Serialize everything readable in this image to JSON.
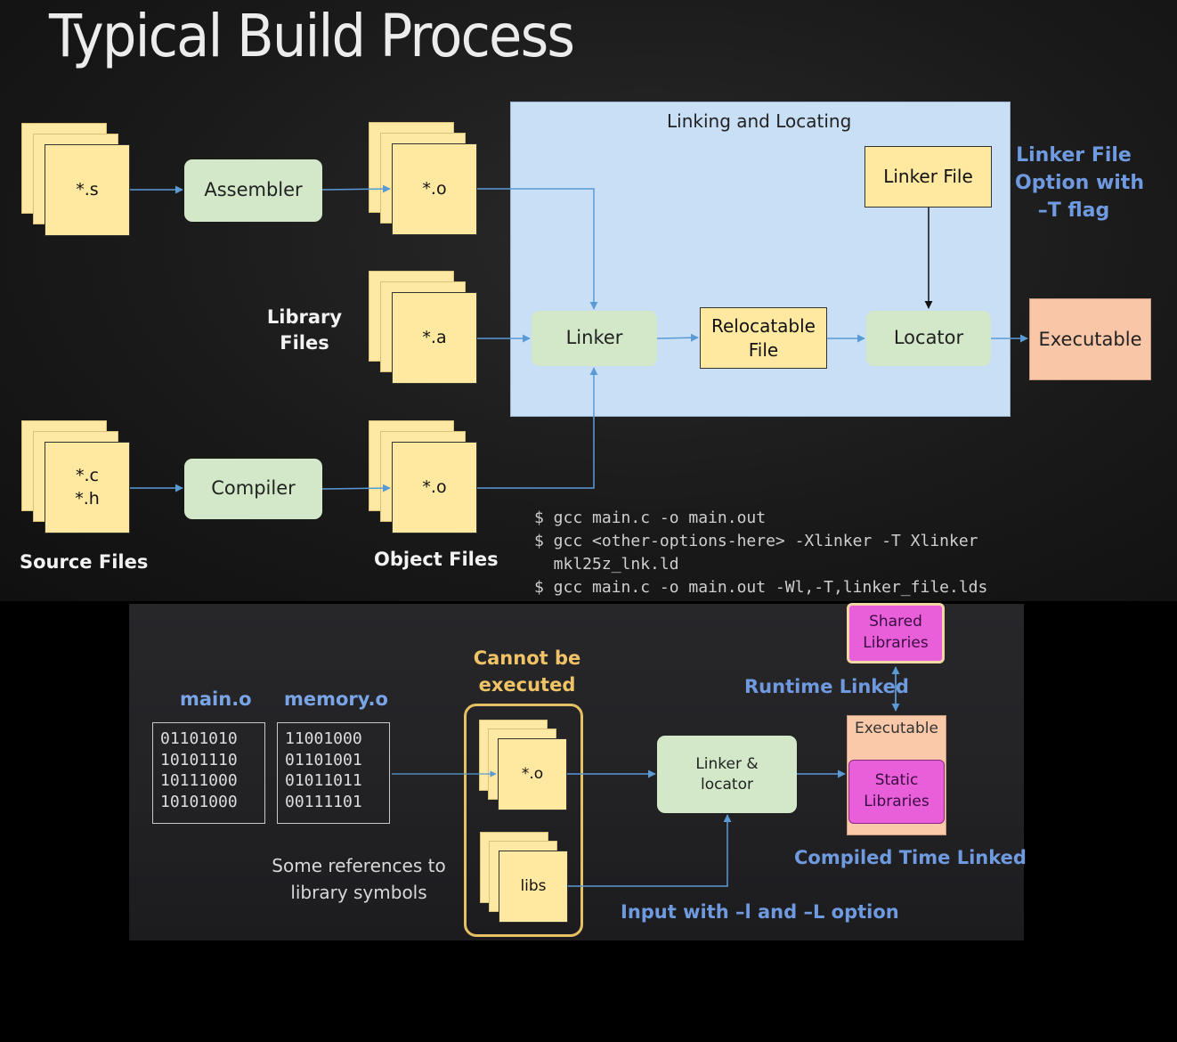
{
  "title": "Typical Build Process",
  "top": {
    "source_s": "*.s",
    "source_c": "*.c\n*.h",
    "assembler": "Assembler",
    "compiler": "Compiler",
    "obj_o_1": "*.o",
    "obj_a": "*.a",
    "obj_o_2": "*.o",
    "library_files_label": "Library\nFiles",
    "source_files_label": "Source Files",
    "object_files_label": "Object Files",
    "panel_title": "Linking and Locating",
    "linker": "Linker",
    "relocatable": "Relocatable\nFile",
    "locator": "Locator",
    "linker_file": "Linker File",
    "executable": "Executable",
    "linker_option_note": "Linker File\nOption with\n–T flag",
    "commands": [
      "$ gcc main.c -o main.out",
      "$ gcc <other-options-here> -Xlinker -T Xlinker",
      "  mkl25z_lnk.ld",
      "$ gcc main.c -o main.out -Wl,-T,linker_file.lds"
    ]
  },
  "bottom": {
    "main_o_label": "main.o",
    "memory_o_label": "memory.o",
    "main_o_bits": "01101010\n10101110\n10111000\n10101000",
    "memory_o_bits": "11001000\n01101001\n01011011\n00111101",
    "cannot_exec": "Cannot be\nexecuted",
    "obj_page": "*.o",
    "libs_page": "libs",
    "refs_note": "Some references to\nlibrary symbols",
    "linker_locator": "Linker &\nlocator",
    "executable": "Executable",
    "static_libs": "Static\nLibraries",
    "shared_libs": "Shared\nLibraries",
    "runtime_linked": "Runtime Linked",
    "compiled_time_linked": "Compiled Time Linked",
    "input_option": "Input with –l and –L option"
  },
  "colors": {
    "page_yellow": "#ffe9a0",
    "process_green": "#d2e8c8",
    "panel_blue": "#c9dff5",
    "executable_peach": "#f9c6a8",
    "label_blue": "#6f9ae0",
    "gold": "#f0c466",
    "pink": "#e95fd9",
    "arrow": "#5b9bd5"
  }
}
